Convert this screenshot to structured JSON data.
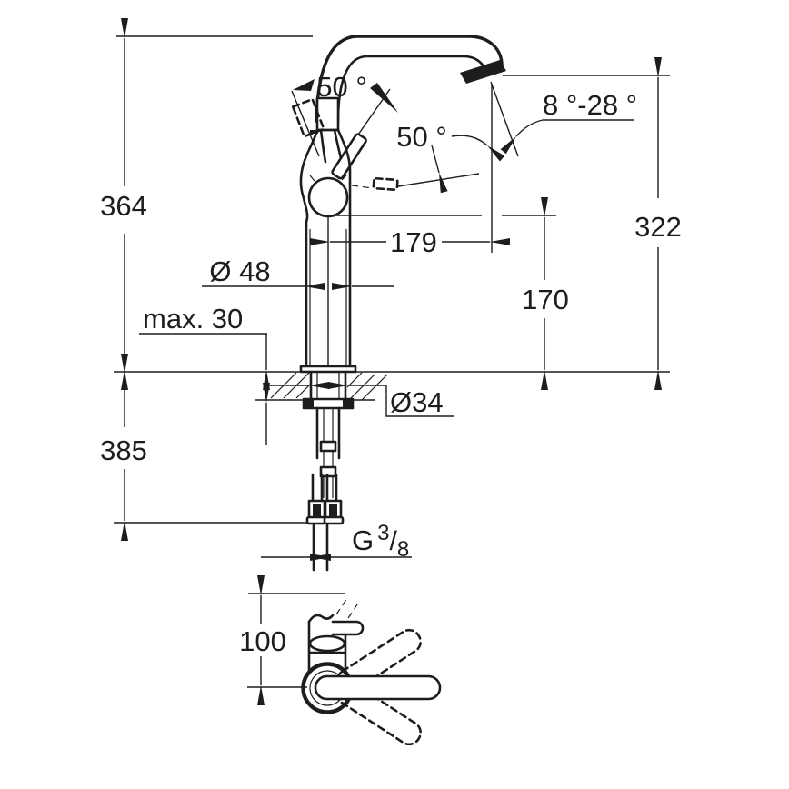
{
  "drawing": {
    "type": "technical-dimension-drawing",
    "subject": "single-lever high-spout basin mixer: front elevation with mounting section, plan view of lever swing",
    "units": "mm",
    "colors": {
      "line": "#1d1d1b",
      "background": "#ffffff"
    },
    "dimensions": {
      "height_above_counter": "364",
      "height_below_counter": "385",
      "spout_outlet_height": "322",
      "spout_reach": "179",
      "lever_height": "170",
      "body_diameter": "Ø 48",
      "max_counter_thickness": "max. 30",
      "shank_diameter": "Ø34",
      "plan_lever_length": "100",
      "lever_angle_left": "50 °",
      "lever_angle_right": "50 °",
      "spout_tip_angle_range": "8 °-28 °",
      "thread": {
        "prefix": "G",
        "numerator": "3",
        "slash": "/",
        "denominator": "8"
      }
    }
  }
}
